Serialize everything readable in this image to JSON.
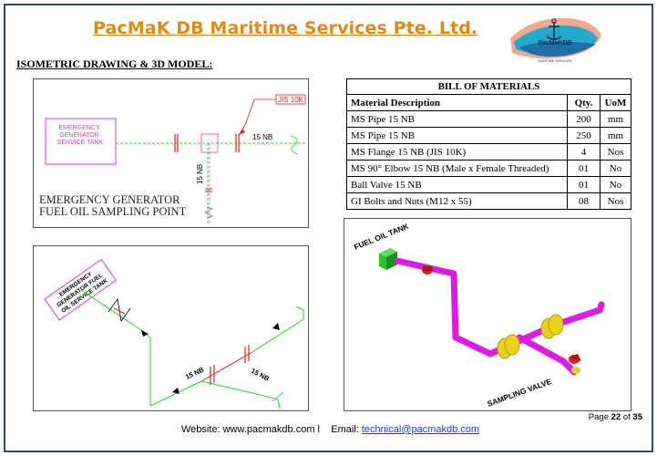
{
  "header": {
    "company": "PacMaK DB Maritime Services Pte. Ltd.",
    "logo_text": "PacMaKDB",
    "logo_sub": "MARITIME SERVICES"
  },
  "section_title": "ISOMETRIC DRAWING & 3D MODEL:",
  "drawing1": {
    "tank_label": [
      "EMERGENCY",
      "GENERATOR",
      "SERVICE TANK"
    ],
    "spec_tag": "JIS 10K",
    "size_horizontal": "15 NB",
    "size_vertical": "15 NB",
    "caption_line1": "EMERGENCY GENERATOR",
    "caption_line2": "FUEL OIL SAMPLING POINT"
  },
  "drawing2": {
    "tank_label": [
      "EMERGENCY",
      "GENERATOR FUEL",
      "OIL SERVICE TANK"
    ],
    "size_1": "15 NB",
    "size_2": "15 NB"
  },
  "model3d": {
    "label_tank": "FUEL OIL TANK",
    "label_valve": "SAMPLING  VALVE"
  },
  "bom": {
    "title": "BILL OF MATERIALS",
    "columns": [
      "Material Description",
      "Qty.",
      "UoM"
    ],
    "rows": [
      {
        "desc": "MS Pipe 15 NB",
        "qty": "200",
        "uom": "mm"
      },
      {
        "desc": "MS Pipe 15 NB",
        "qty": "250",
        "uom": "mm"
      },
      {
        "desc": "MS Flange 15 NB (JIS 10K)",
        "qty": "4",
        "uom": "Nos"
      },
      {
        "desc": "MS 90° Elbow 15 NB (Male x Female Threaded)",
        "qty": "01",
        "uom": "No"
      },
      {
        "desc": "Ball Valve 15 NB",
        "qty": "01",
        "uom": "No"
      },
      {
        "desc": "GI Bolts and Nuts (M12 x 55)",
        "qty": "08",
        "uom": "Nos"
      }
    ]
  },
  "footer": {
    "website_label": "Website:",
    "website": "www.pacmakdb.com",
    "separator": "l",
    "email_label": "Email:",
    "email": "technical@pacmakdb.com",
    "page_label": "Page",
    "page_current": "22",
    "page_of": "of",
    "page_total": "35"
  },
  "colors": {
    "title": "#d98b1b",
    "pipe_green": "#2bd42b",
    "pipe_magenta": "#e12fd8",
    "tank_label": "#e23bd6",
    "red": "#e02020",
    "flange_yellow": "#e8d21c"
  }
}
